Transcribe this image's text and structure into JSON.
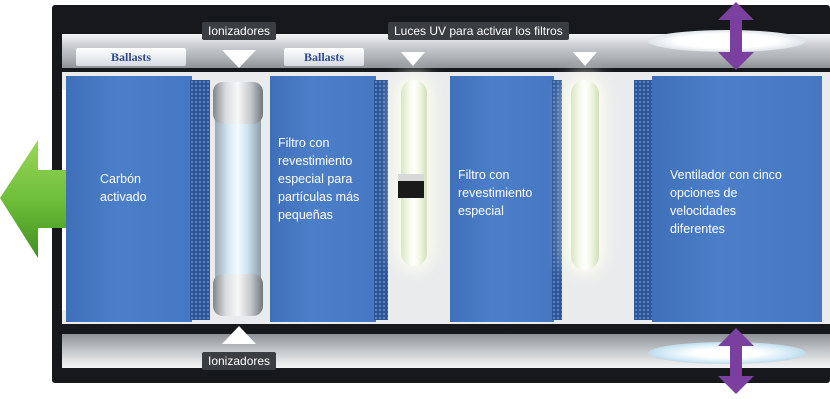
{
  "labels": {
    "ionizers_top": "Ionizadores",
    "ionizers_bottom": "Ionizadores",
    "uv_lights": "Luces UV para activar los filtros",
    "ballast_left": "Ballasts",
    "ballast_right": "Ballasts"
  },
  "panels": {
    "carbon": "Carbón\nactivado",
    "filter_fine": "Filtro con\nrevestimiento\nespecial para\npartículas más\npequeñas",
    "filter_special": "Filtro con\nrevestimiento\nespecial",
    "fan": "Ventilador con cinco\nopciones de\nvelocidades\ndiferentes"
  },
  "colors": {
    "panel_blue": "#4677c2",
    "arrow_green": "#6fbf3a",
    "arrow_purple": "#7b3fa0",
    "housing": "#16181c"
  },
  "icons": {
    "outflow": "green-arrow-left-icon",
    "airflow_top": "purple-bidirectional-arrow-icon",
    "airflow_bottom": "purple-bidirectional-arrow-icon"
  }
}
